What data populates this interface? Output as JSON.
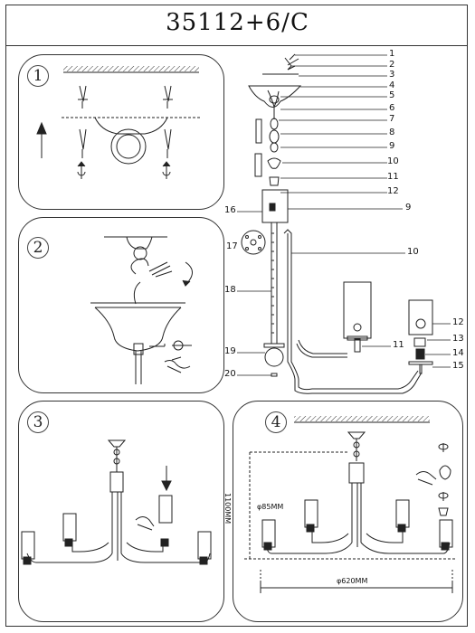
{
  "title": "35112+6/C",
  "steps": [
    "1",
    "2",
    "3",
    "4"
  ],
  "callouts_right": [
    "1",
    "2",
    "3",
    "4",
    "5",
    "6",
    "7",
    "8",
    "9",
    "10",
    "11",
    "12"
  ],
  "callouts_main": {
    "c16": "16",
    "c9": "9",
    "c17": "17",
    "c10": "10",
    "c18": "18",
    "c11": "11",
    "c19": "19",
    "c20": "20",
    "c12": "12",
    "c13": "13",
    "c14": "14",
    "c15": "15"
  },
  "dimensions": {
    "height": "1100MM",
    "shade": "φ85MM",
    "width": "φ620MM"
  }
}
